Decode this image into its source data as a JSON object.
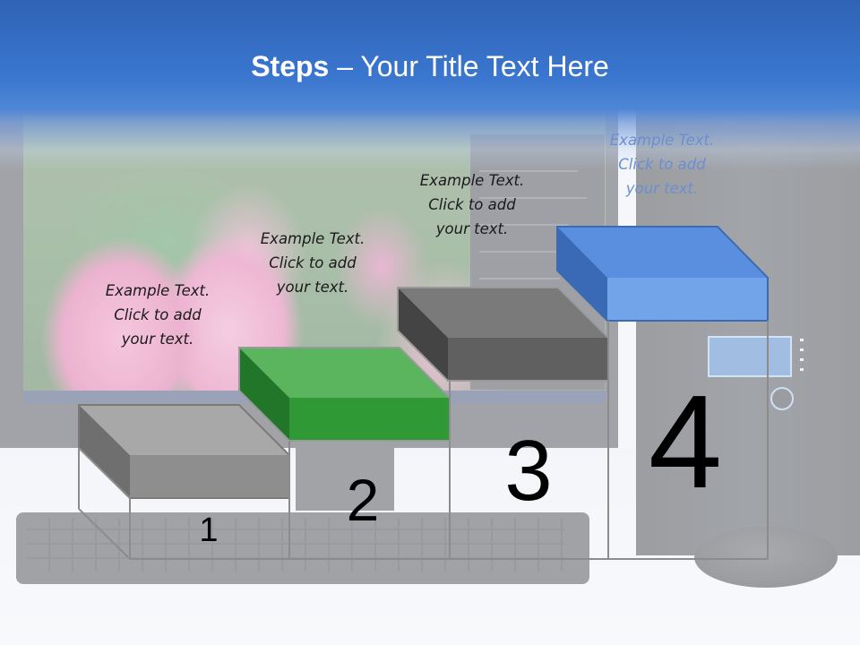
{
  "slide": {
    "title_bold": "Steps",
    "title_rest": " – Your Title Text Here"
  },
  "steps": [
    {
      "number": "1",
      "line1": "Example Text.",
      "line2": "Click  to add",
      "line3": "your text.",
      "color": "#8e8e8e"
    },
    {
      "number": "2",
      "line1": "Example Text.",
      "line2": "Click  to add",
      "line3": "your text.",
      "color": "#2f9a35"
    },
    {
      "number": "3",
      "line1": "Example Text.",
      "line2": "Click  to add",
      "line3": "your text.",
      "color": "#606060"
    },
    {
      "number": "4",
      "line1": "Example Text.",
      "line2": "Click  to add",
      "line3": "your text.",
      "color": "#4f86d8"
    }
  ]
}
